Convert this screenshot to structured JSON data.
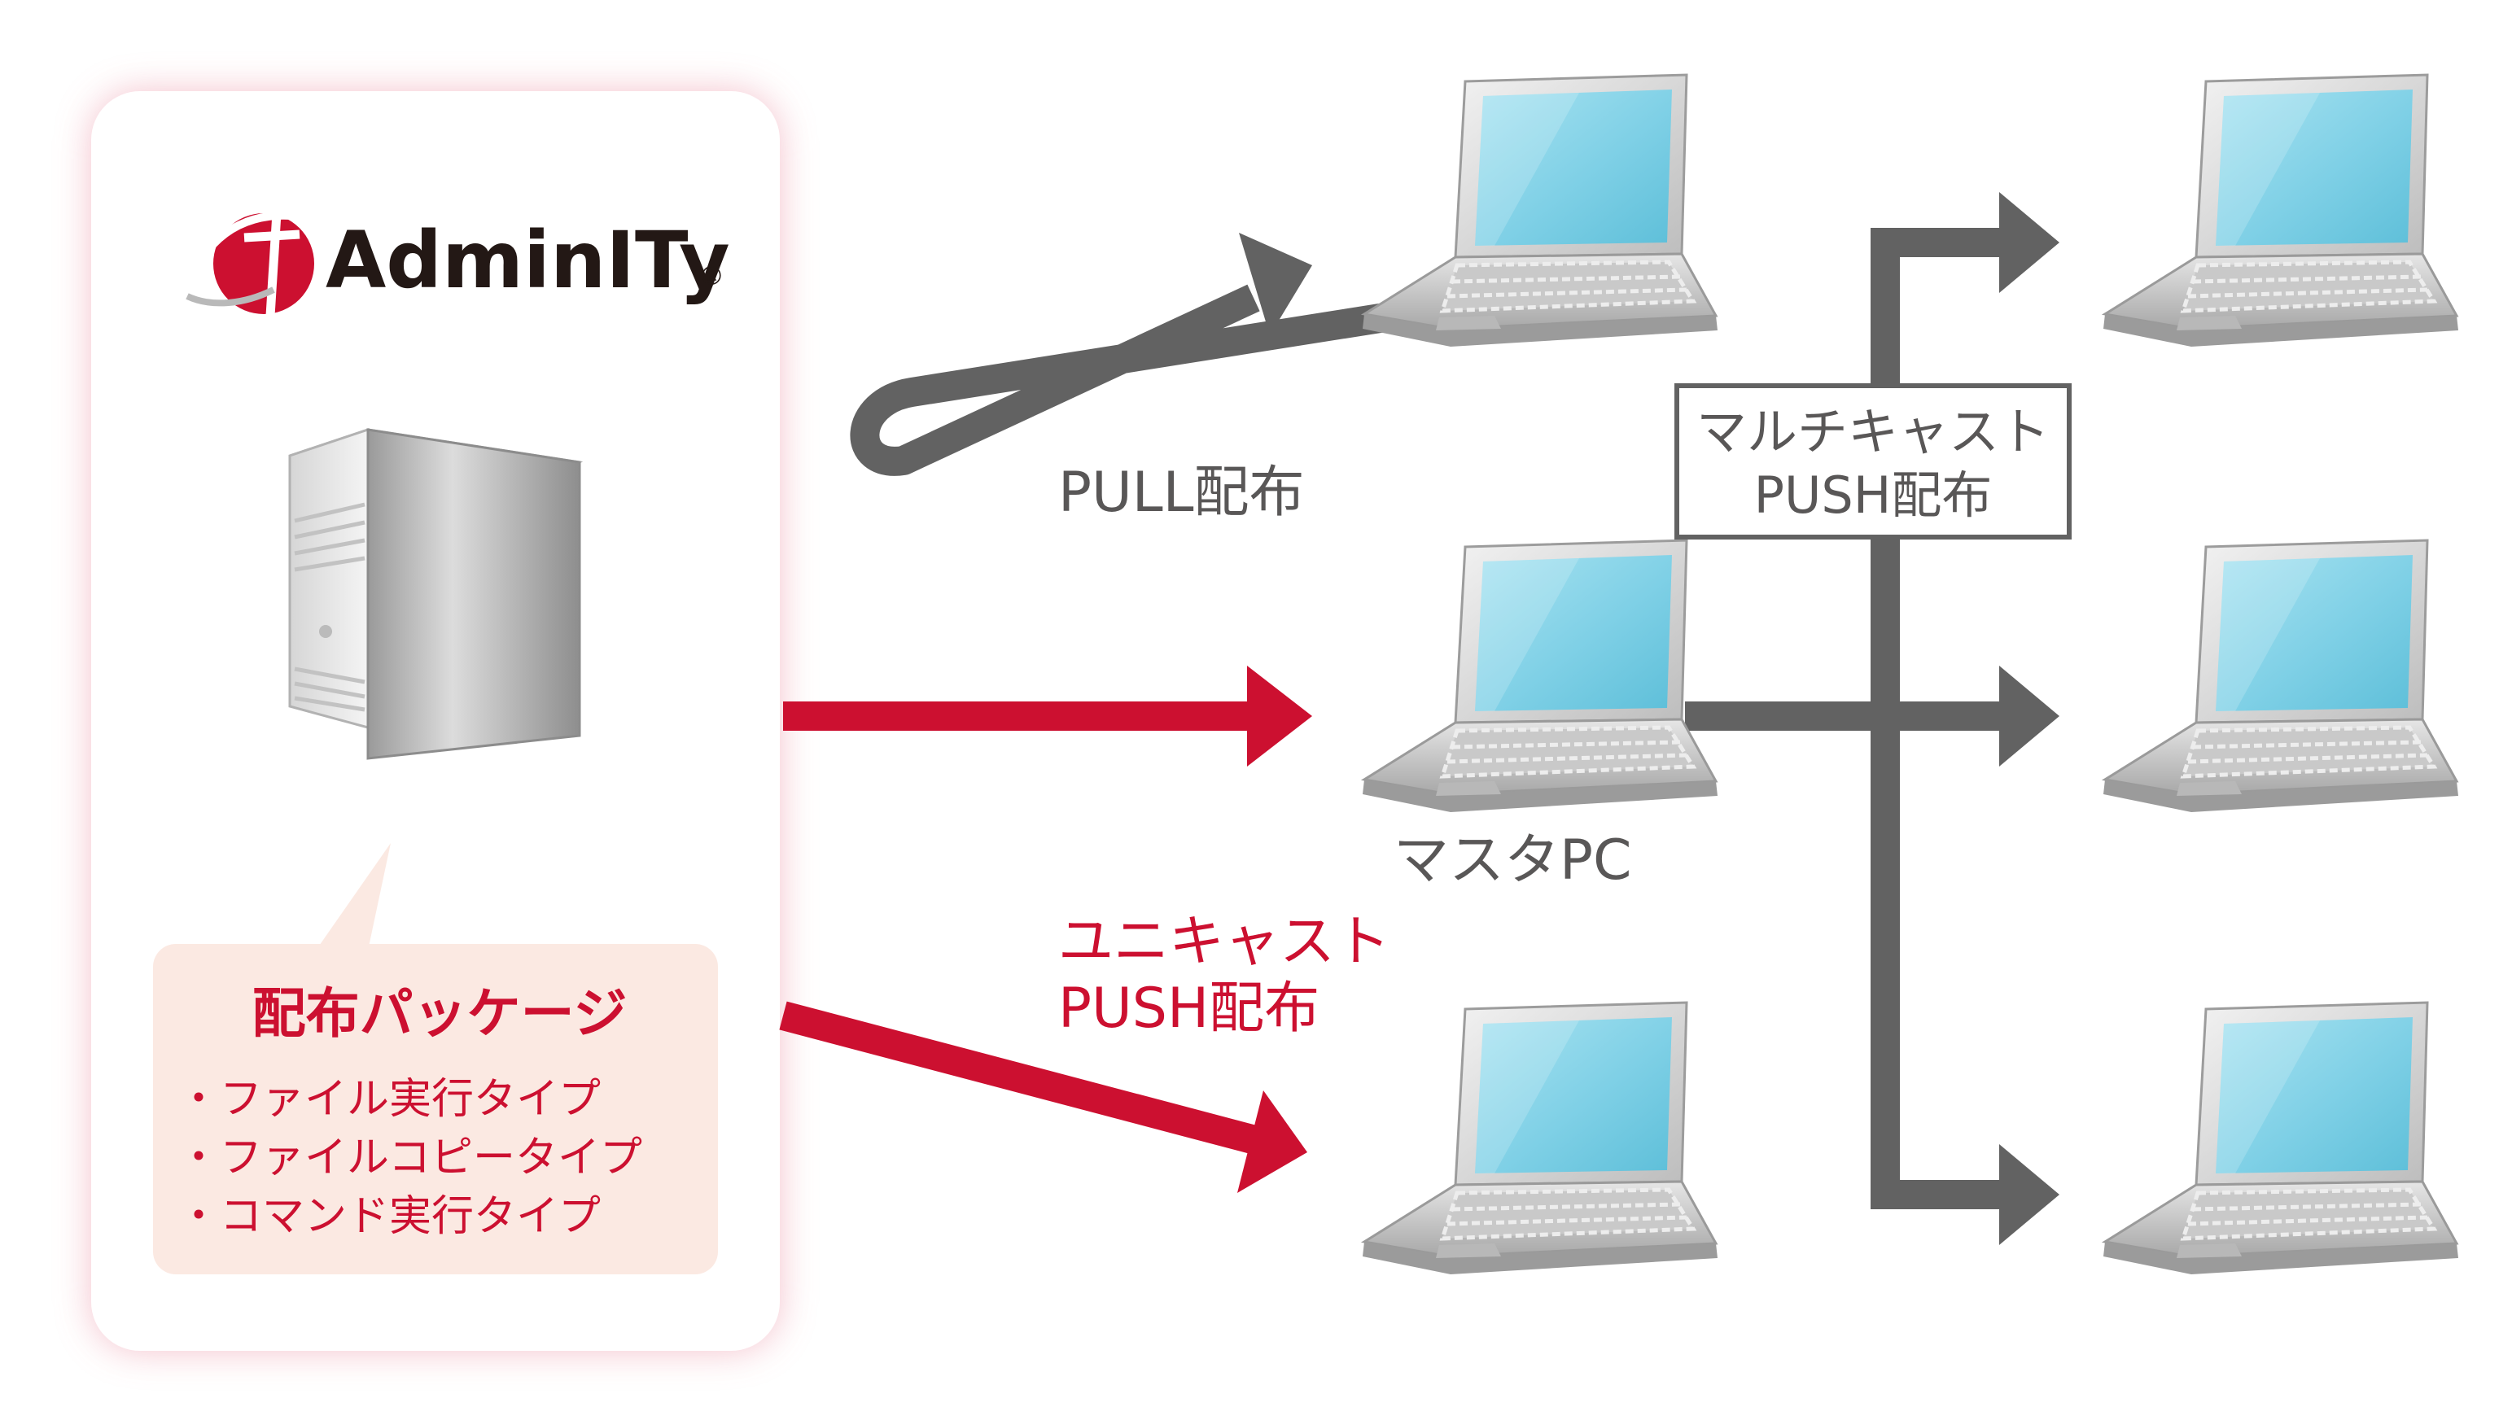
{
  "brand": {
    "name": "AdminITy",
    "registered_mark": "®",
    "logo_icon": "adminity-logo-icon"
  },
  "server": {
    "icon": "server-tower-icon"
  },
  "package": {
    "title": "配布パッケージ",
    "items": [
      "・ファイル実行タイプ",
      "・ファイルコピータイプ",
      "・コマンド実行タイプ"
    ]
  },
  "labels": {
    "pull": "PULL配布",
    "master_pc": "マスタPC",
    "unicast": [
      "ユニキャスト",
      "PUSH配布"
    ],
    "multicast": [
      "マルチキャスト",
      "PUSH配布"
    ]
  },
  "icons": {
    "client": "laptop-icon"
  },
  "colors": {
    "accent_red": "#cc1030",
    "arrow_gray": "#626262",
    "panel_glow": "#f3b7c3",
    "package_bg": "#fbe9e2",
    "screen_blue": "#7fd0e6"
  }
}
